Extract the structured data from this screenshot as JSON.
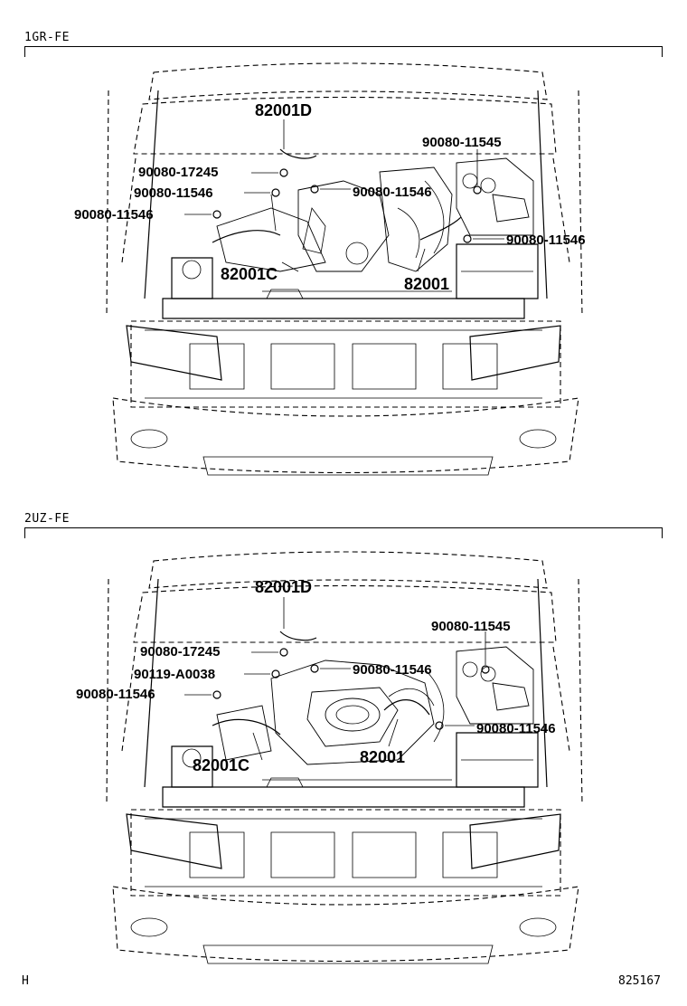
{
  "sections": [
    {
      "engine": "1GR-FE",
      "callouts": {
        "c1": "82001D",
        "c2": "90080-11545",
        "c3": "90080-17245",
        "c4": "90080-11546",
        "c5": "90080-11546",
        "c6": "90080-11546",
        "c7": "90080-11546",
        "c8": "82001C",
        "c9": "82001"
      }
    },
    {
      "engine": "2UZ-FE",
      "callouts": {
        "c1": "82001D",
        "c2": "90080-11545",
        "c3": "90080-17245",
        "c4": "90119-A0038",
        "c5": "90080-11546",
        "c6": "90080-11546",
        "c7": "90080-11546",
        "c8": "82001C",
        "c9": "82001"
      }
    }
  ],
  "footer": {
    "left": "H",
    "right": "825167"
  }
}
